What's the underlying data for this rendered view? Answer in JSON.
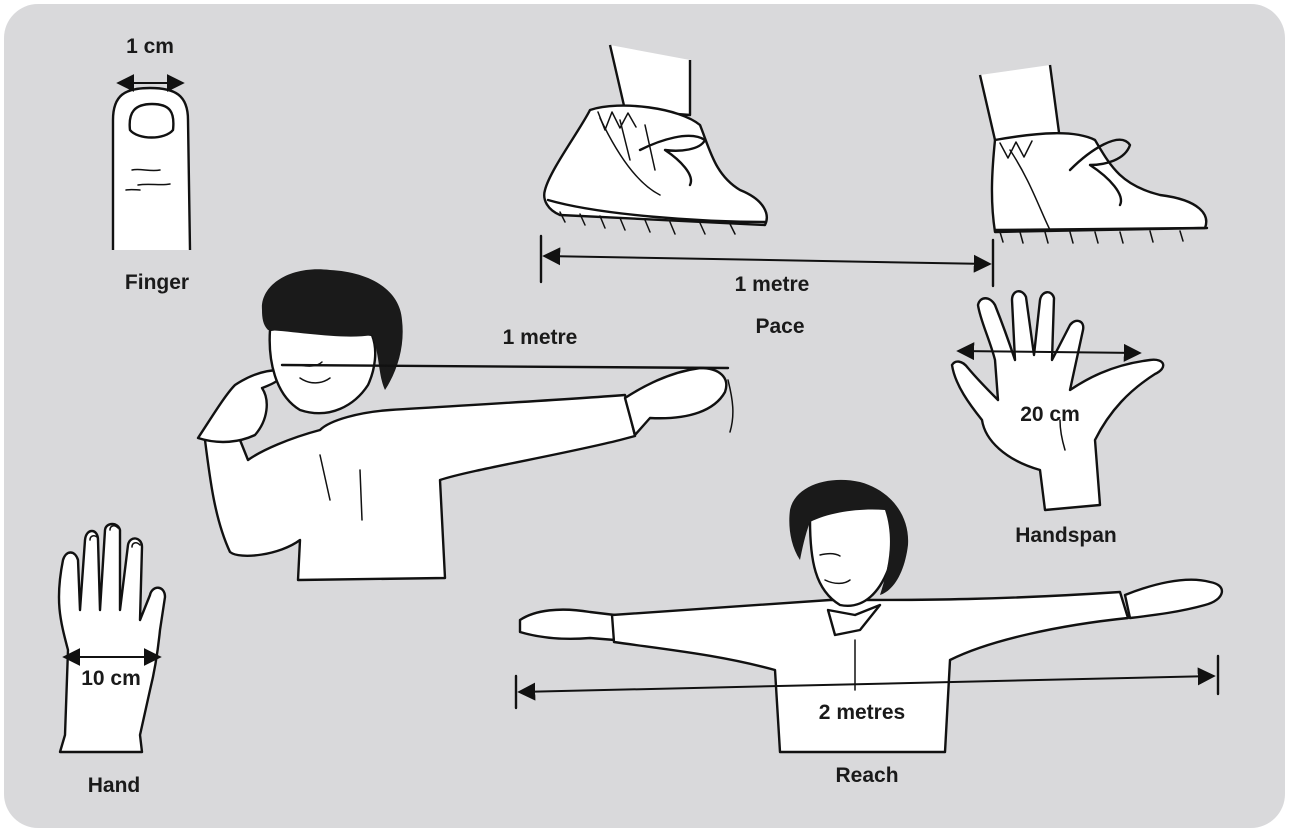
{
  "labels": {
    "finger_measure": "1 cm",
    "finger": "Finger",
    "pace_measure": "1 metre",
    "pace": "Pace",
    "nose_measure": "1 metre",
    "handspan_measure": "20 cm",
    "handspan": "Handspan",
    "hand_measure": "10 cm",
    "hand": "Hand",
    "reach_measure": "2 metres",
    "reach": "Reach"
  },
  "colors": {
    "panel": "#d9d9db",
    "ink": "#111111",
    "figure_fill": "#ffffff"
  }
}
